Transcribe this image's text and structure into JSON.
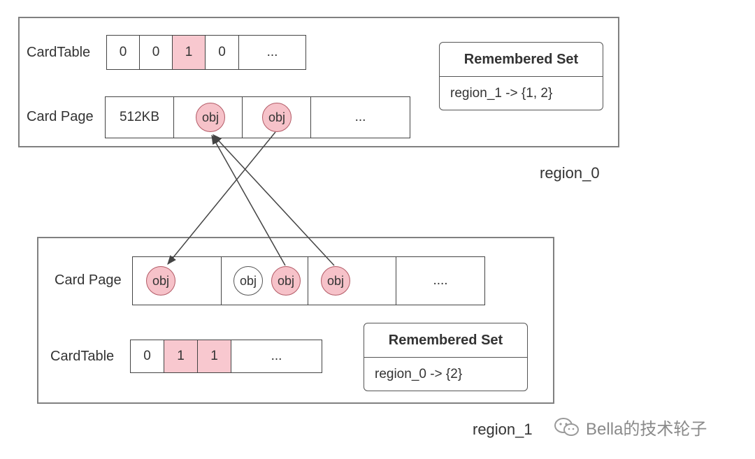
{
  "region_0": {
    "label": "region_0",
    "card_table": {
      "label": "CardTable",
      "cells": [
        "0",
        "0",
        "1",
        "0",
        "..."
      ],
      "marked": [
        false,
        false,
        true,
        false,
        false
      ]
    },
    "card_page": {
      "label": "Card Page",
      "first_cell": "512KB",
      "objects": [
        "obj",
        "obj"
      ],
      "last_cell": "..."
    },
    "remembered_set": {
      "title": "Remembered Set",
      "entry": "region_1 -> {1, 2}"
    }
  },
  "region_1": {
    "label": "region_1",
    "card_page": {
      "label": "Card Page",
      "objects": [
        "obj",
        "obj",
        "obj",
        "obj"
      ],
      "last_cell": "...."
    },
    "card_table": {
      "label": "CardTable",
      "cells": [
        "0",
        "1",
        "1",
        "..."
      ],
      "marked": [
        false,
        true,
        true,
        false
      ]
    },
    "remembered_set": {
      "title": "Remembered Set",
      "entry": "region_0 -> {2}"
    }
  },
  "colors": {
    "marked": "#f8c8cf",
    "obj_fill": "#f6c2c9",
    "border": "#808080",
    "arrow": "#444444"
  },
  "watermark": {
    "icon": "wechat-icon",
    "text": "Bella的技术轮子"
  }
}
